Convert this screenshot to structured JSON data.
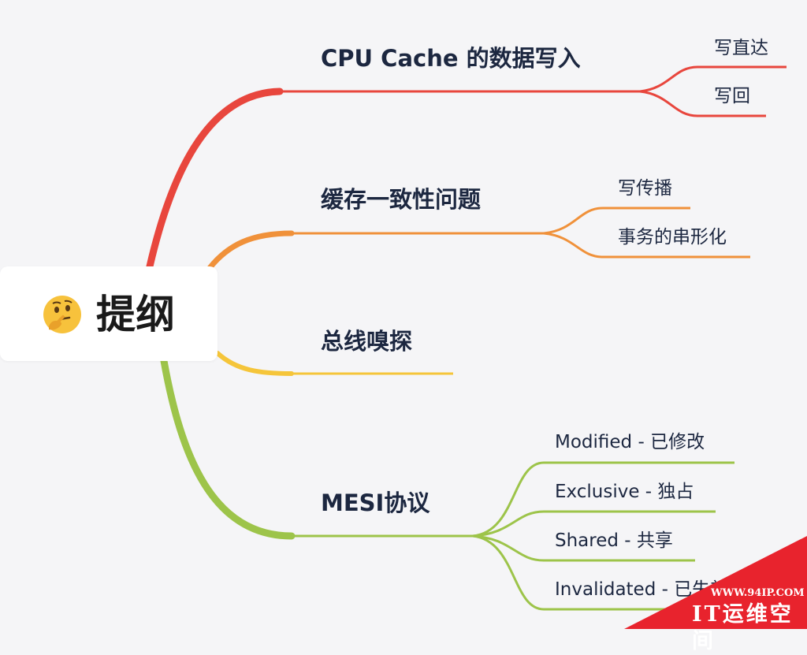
{
  "root": {
    "label": "提纲",
    "icon": "thinking-face-emoji"
  },
  "branches": [
    {
      "title": "CPU Cache 的数据写入",
      "color": "#e8463d",
      "leaves": [
        "写直达",
        "写回"
      ]
    },
    {
      "title": "缓存一致性问题",
      "color": "#f0913a",
      "leaves": [
        "写传播",
        "事务的串形化"
      ]
    },
    {
      "title": "总线嗅探",
      "color": "#f5c53a",
      "leaves": []
    },
    {
      "title": "MESI协议",
      "color": "#9dc44a",
      "leaves": [
        "Modified - 已修改",
        "Exclusive - 独占",
        "Shared - 共享",
        "Invalidated - 已失效"
      ]
    }
  ],
  "watermark": {
    "url": "WWW.94IP.COM",
    "name": "IT运维空间",
    "color": "#e8232d"
  }
}
